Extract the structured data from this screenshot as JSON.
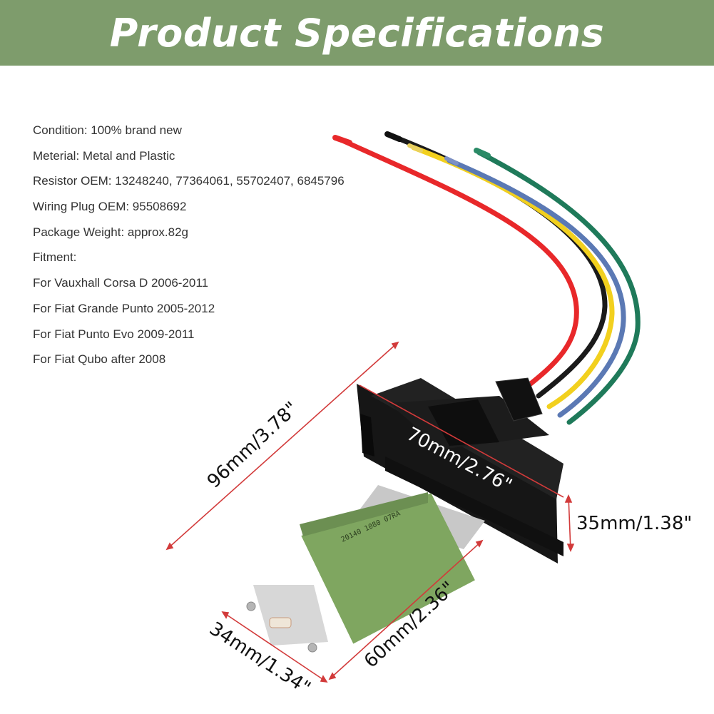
{
  "banner": {
    "title": "Product Specifications",
    "color": "#7e9c6c"
  },
  "specs": [
    "Condition: 100% brand new",
    "Meterial: Metal and Plastic",
    "Resistor OEM: 13248240, 77364061, 55702407, 6845796",
    "Wiring Plug OEM: 95508692",
    "Package Weight: approx.82g",
    "Fitment:",
    "For Vauxhall Corsa D 2006-2011",
    "For Fiat Grande Punto 2005-2012",
    "For Fiat Punto Evo 2009-2011",
    "For Fiat Qubo after 2008"
  ],
  "dimensions": {
    "overall_length": "96mm/3.78\"",
    "connector_width": "70mm/2.76\"",
    "connector_height": "35mm/1.38\"",
    "board_length": "60mm/2.36\"",
    "board_width": "34mm/1.34\""
  },
  "wires": {
    "colors": [
      "#e8282a",
      "#1a1a1a",
      "#f2d01e",
      "#5b79b4",
      "#1f7a5a"
    ]
  },
  "dimension_line_color": "#d23a3a",
  "board_color": "#7fa660"
}
